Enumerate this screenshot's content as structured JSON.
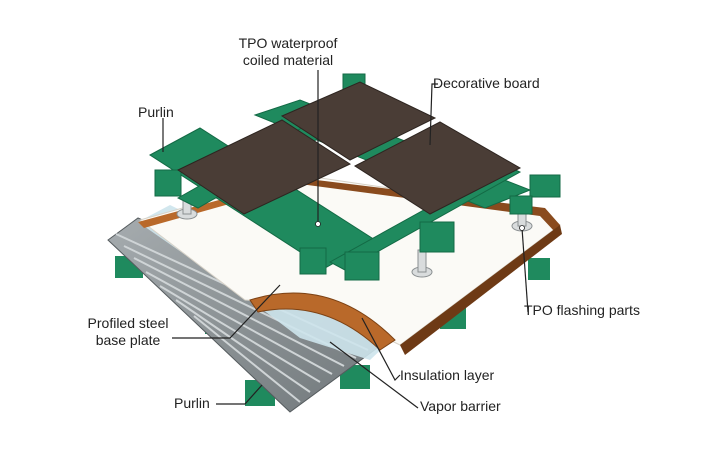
{
  "labels": {
    "tpo_waterproof": [
      "TPO waterproof",
      "coiled material"
    ],
    "decorative_board": "Decorative board",
    "purlin_top": "Purlin",
    "tpo_flashing": "TPO flashing parts",
    "profiled_steel": [
      "Profiled steel",
      "base plate"
    ],
    "insulation_layer": "Insulation layer",
    "vapor_barrier": "Vapor barrier",
    "purlin_bottom": "Purlin"
  },
  "colors": {
    "purlin_green": "#1f8a5e",
    "purlin_dark": "#136a45",
    "board_brown": "#4a3d36",
    "insulation_orange": "#b9692a",
    "membrane_white": "#fbfaf6",
    "steel_grey": "#8f9699",
    "vapor_blue": "#cde4ec",
    "leader_line": "#222222"
  }
}
